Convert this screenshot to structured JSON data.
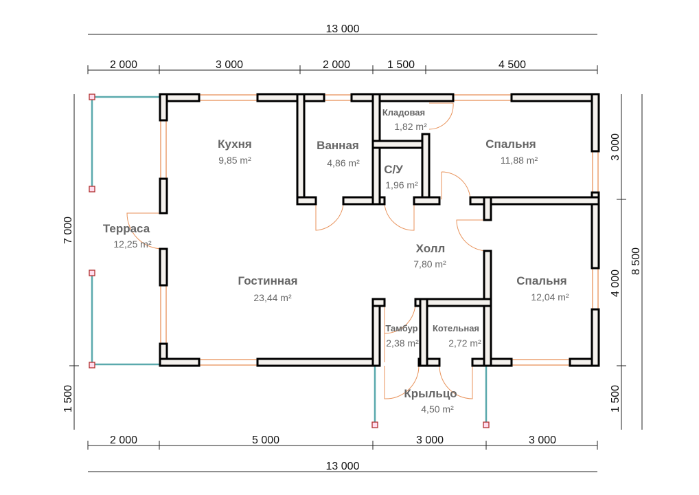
{
  "dimensions": {
    "top_total": "13 000",
    "bottom_total": "13 000",
    "top": [
      "2 000",
      "3 000",
      "2 000",
      "1 500",
      "4 500"
    ],
    "bottom": [
      "2 000",
      "5 000",
      "3 000",
      "3 000"
    ],
    "left": [
      "7 000",
      "1 500"
    ],
    "right_inner": [
      "3 000",
      "4 000",
      "1 500"
    ],
    "right_total": "8 500"
  },
  "rooms": [
    {
      "name": "Кухня",
      "area": "9,85 m²"
    },
    {
      "name": "Ванная",
      "area": "4,86 m²"
    },
    {
      "name": "Кладовая",
      "area": "1,82 m²"
    },
    {
      "name": "С/У",
      "area": "1,96 m²"
    },
    {
      "name": "Спальня",
      "area": "11,88 m²"
    },
    {
      "name": "Терраса",
      "area": "12,25 m²"
    },
    {
      "name": "Гостинная",
      "area": "23,44 m²"
    },
    {
      "name": "Холл",
      "area": "7,80 m²"
    },
    {
      "name": "Спальня",
      "area": "12,04 m²"
    },
    {
      "name": "Тамбур",
      "area": "2,38 m²"
    },
    {
      "name": "Котельная",
      "area": "2,72 m²"
    },
    {
      "name": "Крыльцо",
      "area": "4,50 m²"
    }
  ]
}
